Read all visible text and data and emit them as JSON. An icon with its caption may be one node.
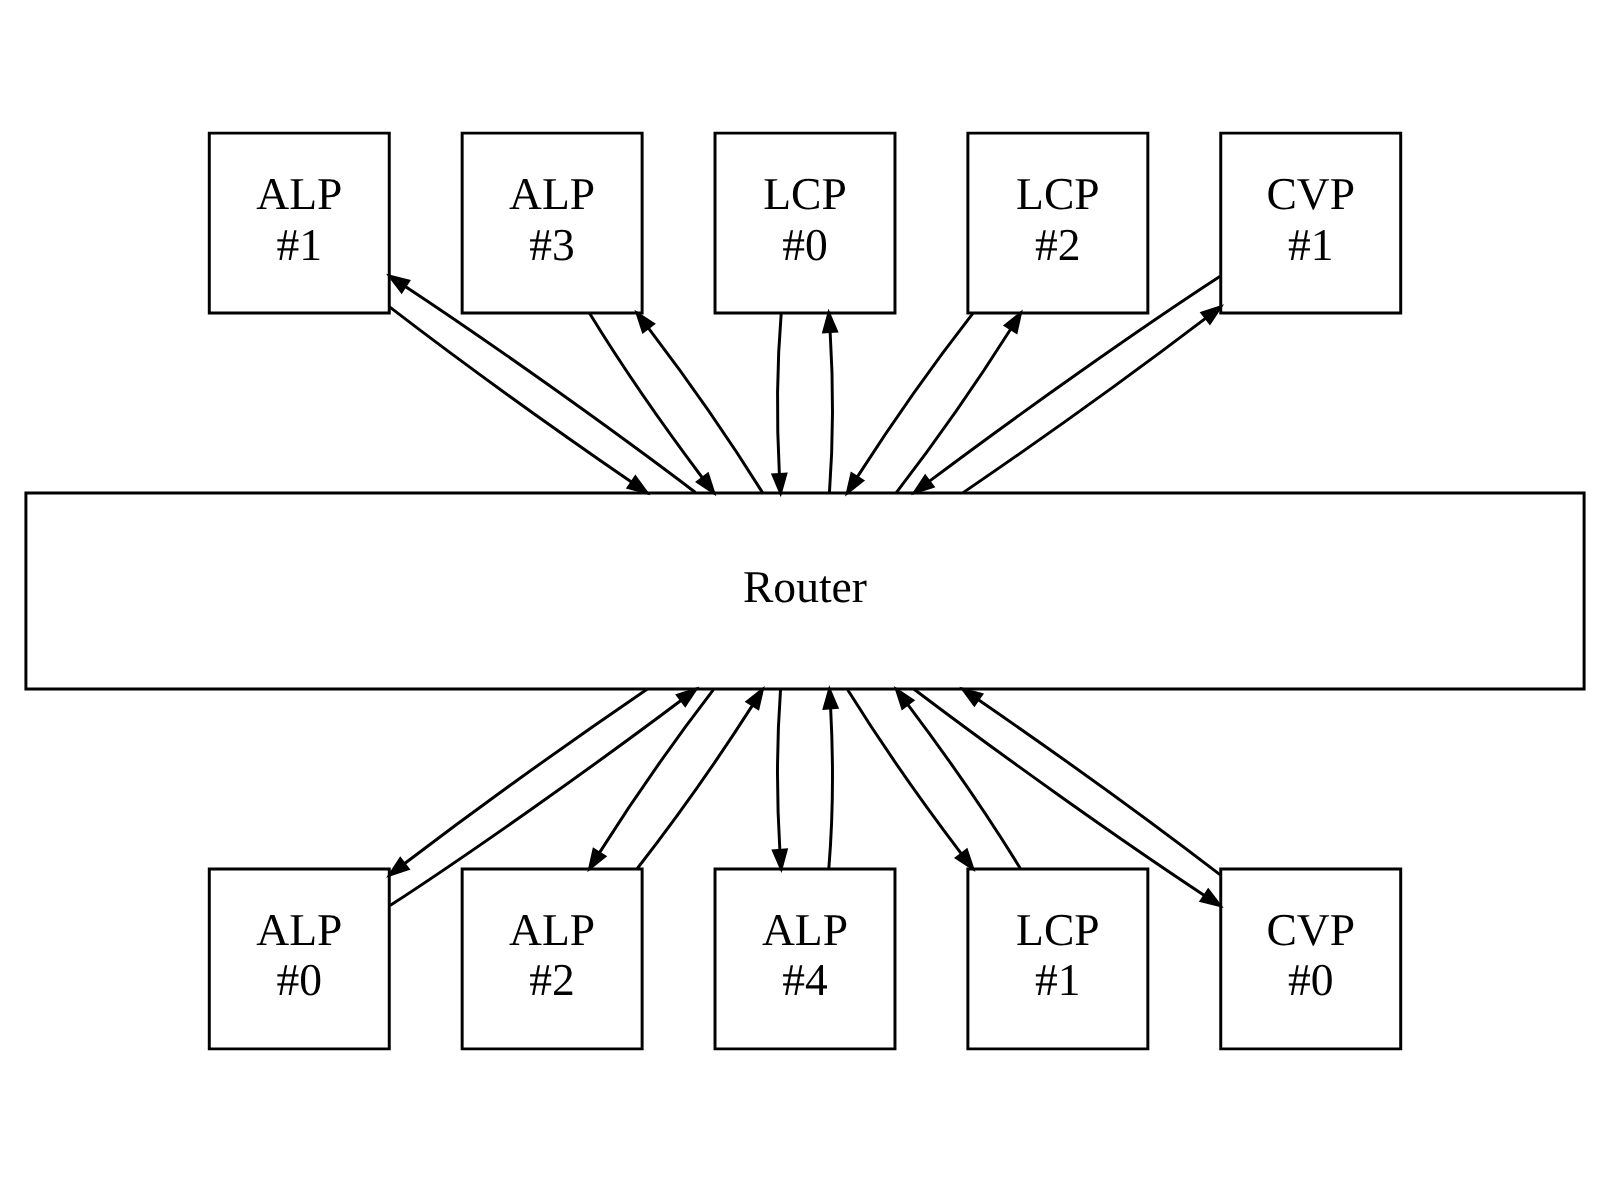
{
  "diagram": {
    "nodes": [
      {
        "text": [
          "ALP #1"
        ]
      },
      {
        "text": [
          "ALP #3"
        ]
      },
      {
        "text": [
          "LCP #0"
        ]
      },
      {
        "text": [
          "LCP #2"
        ]
      },
      {
        "text": [
          "CVP #1"
        ]
      },
      {
        "text": [
          "Router"
        ]
      },
      {
        "text": [
          "ALP #0"
        ]
      },
      {
        "text": [
          "ALP #2"
        ]
      },
      {
        "text": [
          "ALP #4"
        ]
      },
      {
        "text": [
          "LCP #1"
        ]
      },
      {
        "text": [
          "CVP #0"
        ]
      }
    ],
    "edges": [
      {
        "from": 5,
        "to": 0,
        "arrow": "to"
      },
      {
        "from": 0,
        "to": 5,
        "arrow": "to"
      },
      {
        "from": 5,
        "to": 1,
        "arrow": "to"
      },
      {
        "from": 1,
        "to": 5,
        "arrow": "to"
      },
      {
        "from": 5,
        "to": 2,
        "arrow": "to"
      },
      {
        "from": 2,
        "to": 5,
        "arrow": "to"
      },
      {
        "from": 5,
        "to": 3,
        "arrow": "to"
      },
      {
        "from": 3,
        "to": 5,
        "arrow": "to"
      },
      {
        "from": 5,
        "to": 4,
        "arrow": "to"
      },
      {
        "from": 4,
        "to": 5,
        "arrow": "to"
      },
      {
        "from": 6,
        "to": 5,
        "arrow": "to"
      },
      {
        "from": 5,
        "to": 6,
        "arrow": "to"
      },
      {
        "from": 7,
        "to": 5,
        "arrow": "to"
      },
      {
        "from": 5,
        "to": 7,
        "arrow": "to"
      },
      {
        "from": 8,
        "to": 5,
        "arrow": "to"
      },
      {
        "from": 5,
        "to": 8,
        "arrow": "to"
      },
      {
        "from": 9,
        "to": 5,
        "arrow": "to"
      },
      {
        "from": 5,
        "to": 9,
        "arrow": "to"
      },
      {
        "from": 10,
        "to": 5,
        "arrow": "to"
      },
      {
        "from": 5,
        "to": 10,
        "arrow": "to"
      }
    ]
  }
}
